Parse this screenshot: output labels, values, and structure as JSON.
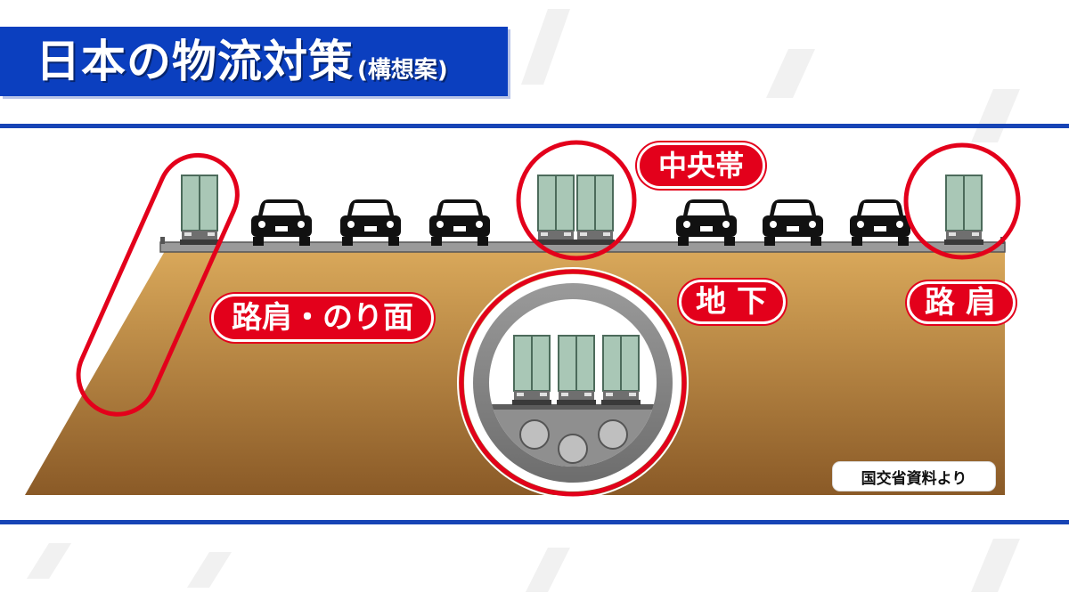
{
  "title": {
    "main": "日本の物流対策",
    "sub": "(構想案)"
  },
  "labels": {
    "median": "中央帯",
    "slope": "路肩・のり面",
    "underground": "地下",
    "shoulder": "路肩"
  },
  "source": "国交省資料より",
  "colors": {
    "title_bg": "#0b3fbf",
    "rule": "#1744b5",
    "accent_red": "#e3001b",
    "soil_top": "#d9a85a",
    "soil_bottom": "#8a5a27",
    "truck": "#a9c7b6"
  }
}
